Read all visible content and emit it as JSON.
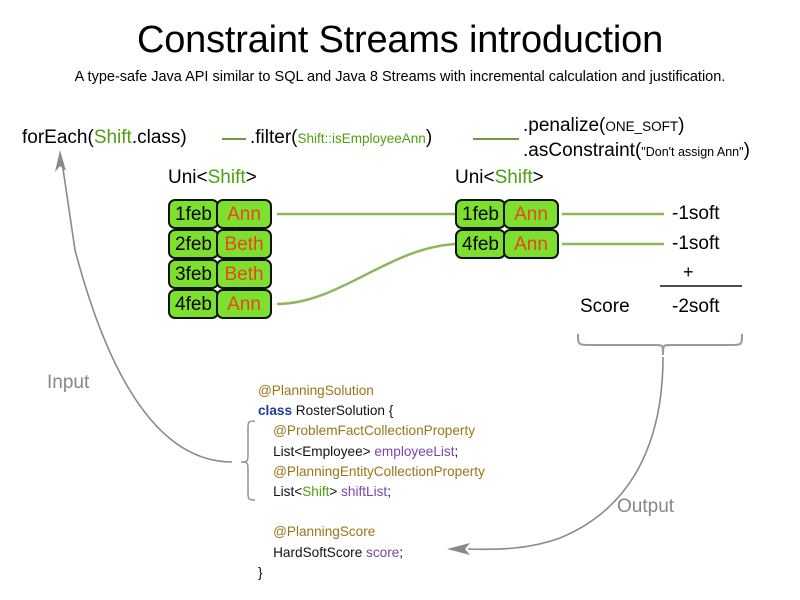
{
  "header": {
    "title": "Constraint Streams introduction",
    "subtitle": "A type-safe Java API similar to SQL and Java 8 Streams with incremental calculation and justification."
  },
  "pipeline": {
    "foreach": {
      "prefix": "forEach(",
      "type": "Shift",
      "suffix": ".class)"
    },
    "filter": {
      "prefix": ".filter(",
      "ref": "Shift::isEmployeeAnn",
      "suffix": ")"
    },
    "penalize": {
      "prefix": ".penalize(",
      "arg": "ONE_SOFT",
      "suffix": ")"
    },
    "as_constraint": {
      "prefix": ".asConstraint(",
      "arg": "\"Don't assign Ann\"",
      "suffix": ")"
    },
    "uni_label_left": {
      "prefix": "Uni<",
      "type": "Shift",
      "suffix": ">"
    },
    "uni_label_right": {
      "prefix": "Uni<",
      "type": "Shift",
      "suffix": ">"
    }
  },
  "input_stream": {
    "rows": [
      {
        "date": "1feb",
        "employee": "Ann"
      },
      {
        "date": "2feb",
        "employee": "Beth"
      },
      {
        "date": "3feb",
        "employee": "Beth"
      },
      {
        "date": "4feb",
        "employee": "Ann"
      }
    ]
  },
  "filtered_stream": {
    "rows": [
      {
        "date": "1feb",
        "employee": "Ann"
      },
      {
        "date": "4feb",
        "employee": "Ann"
      }
    ]
  },
  "score": {
    "penalties": [
      "-1soft",
      "-1soft"
    ],
    "operator": "+",
    "label": "Score",
    "total": "-2soft"
  },
  "flow": {
    "input_label": "Input",
    "output_label": "Output"
  },
  "code": {
    "lines": [
      {
        "segments": [
          {
            "text": "@PlanningSolution",
            "style": "ann"
          }
        ]
      },
      {
        "segments": [
          {
            "text": "class ",
            "style": "kw"
          },
          {
            "text": "RosterSolution {",
            "style": "plain"
          }
        ]
      },
      {
        "segments": [
          {
            "text": "    @ProblemFactCollectionProperty",
            "style": "ann"
          }
        ]
      },
      {
        "segments": [
          {
            "text": "    List<Employee> ",
            "style": "plain"
          },
          {
            "text": "employeeList",
            "style": "field"
          },
          {
            "text": ";",
            "style": "plain"
          }
        ]
      },
      {
        "segments": [
          {
            "text": "    @PlanningEntityCollectionProperty",
            "style": "ann"
          }
        ]
      },
      {
        "segments": [
          {
            "text": "    List<",
            "style": "plain"
          },
          {
            "text": "Shift",
            "style": "green"
          },
          {
            "text": "> ",
            "style": "plain"
          },
          {
            "text": "shiftList",
            "style": "field"
          },
          {
            "text": ";",
            "style": "plain"
          }
        ]
      },
      {
        "segments": [
          {
            "text": " ",
            "style": "plain"
          }
        ]
      },
      {
        "segments": [
          {
            "text": "    @PlanningScore",
            "style": "ann"
          }
        ]
      },
      {
        "segments": [
          {
            "text": "    HardSoftScore ",
            "style": "plain"
          },
          {
            "text": "score",
            "style": "field"
          },
          {
            "text": ";",
            "style": "plain"
          }
        ]
      },
      {
        "segments": [
          {
            "text": "}",
            "style": "plain"
          }
        ]
      }
    ]
  },
  "colors": {
    "box_fill": "#7ee02e",
    "box_border": "#111111",
    "employee_text": "#e8471c",
    "connector_green": "#7fb348",
    "type_green": "#4da010",
    "annotation": "#9c7518",
    "keyword": "#1f3d99",
    "field": "#7d44a8",
    "arrow_gray": "#878787",
    "background": "#ffffff"
  }
}
